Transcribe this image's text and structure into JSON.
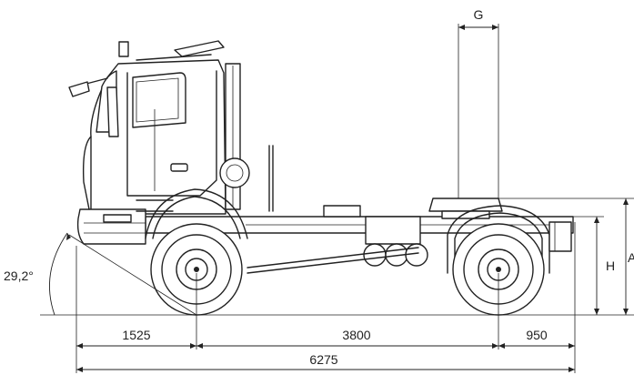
{
  "dimensions": {
    "front_overhang": "1525",
    "wheelbase": "3800",
    "rear_overhang": "950",
    "overall_length": "6275",
    "approach_angle": "29,2°",
    "fifth_wheel_offset": "G",
    "fifth_wheel_height": "H",
    "overall_height_partial": "A"
  },
  "colors": {
    "line": "#222222",
    "background": "#ffffff"
  }
}
